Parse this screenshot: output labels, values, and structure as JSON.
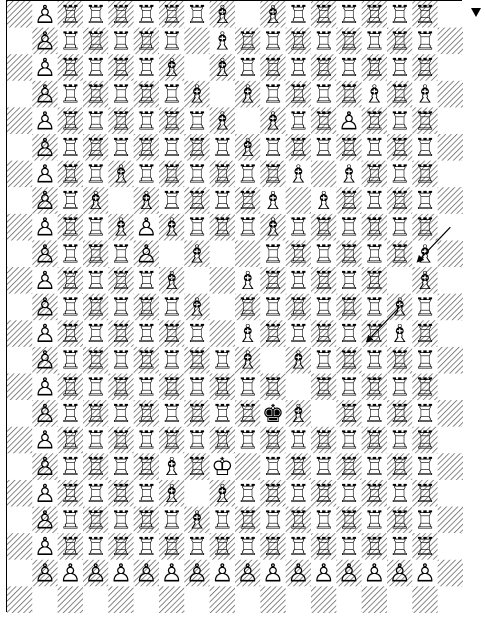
{
  "board": {
    "files": 18,
    "ranks": 23,
    "light_square_color": "#ffffff",
    "dark_square_style": "diagonal-hatch",
    "rows": [
      [
        "",
        "P",
        "R",
        "R",
        "R",
        "R",
        "R",
        "R",
        "B",
        "",
        "B",
        "R",
        "R",
        "R",
        "R",
        "R",
        "R",
        ""
      ],
      [
        "",
        "P",
        "R",
        "R",
        "R",
        "R",
        "R",
        "",
        "B",
        "R",
        "R",
        "R",
        "R",
        "R",
        "R",
        "R",
        "R",
        ""
      ],
      [
        "",
        "P",
        "R",
        "R",
        "R",
        "R",
        "B",
        "",
        "B",
        "R",
        "R",
        "R",
        "R",
        "R",
        "R",
        "R",
        "R",
        ""
      ],
      [
        "",
        "P",
        "R",
        "R",
        "R",
        "R",
        "R",
        "B",
        "",
        "B",
        "R",
        "R",
        "R",
        "R",
        "B",
        "R",
        "B",
        ""
      ],
      [
        "",
        "P",
        "R",
        "R",
        "R",
        "R",
        "R",
        "R",
        "B",
        "",
        "B",
        "R",
        "R",
        "P",
        "R",
        "R",
        "R",
        ""
      ],
      [
        "",
        "P",
        "R",
        "R",
        "R",
        "R",
        "R",
        "R",
        "R",
        "B",
        "R",
        "R",
        "R",
        "R",
        "R",
        "R",
        "R",
        ""
      ],
      [
        "",
        "P",
        "R",
        "R",
        "B",
        "R",
        "R",
        "R",
        "R",
        "R",
        "R",
        "B",
        "",
        "B",
        "R",
        "R",
        "R",
        ""
      ],
      [
        "",
        "P",
        "R",
        "B",
        "",
        "B",
        "R",
        "R",
        "R",
        "R",
        "B",
        "",
        "B",
        "R",
        "R",
        "R",
        "R",
        ""
      ],
      [
        "",
        "P",
        "R",
        "R",
        "B",
        "P",
        "B",
        "R",
        "R",
        "R",
        "B",
        "R",
        "R",
        "R",
        "R",
        "R",
        "R",
        ""
      ],
      [
        "",
        "P",
        "R",
        "R",
        "R",
        "P",
        "",
        "B",
        "",
        "",
        "R",
        "R",
        "R",
        "R",
        "R",
        "R",
        "B",
        ""
      ],
      [
        "",
        "P",
        "R",
        "R",
        "R",
        "R",
        "B",
        "",
        "",
        "B",
        "R",
        "R",
        "R",
        "R",
        "R",
        "",
        "B",
        ""
      ],
      [
        "",
        "P",
        "R",
        "R",
        "R",
        "R",
        "R",
        "B",
        "",
        "R",
        "R",
        "R",
        "R",
        "R",
        "R",
        "B",
        "R",
        ""
      ],
      [
        "",
        "P",
        "R",
        "R",
        "R",
        "R",
        "R",
        "R",
        "",
        "B",
        "R",
        "R",
        "R",
        "R",
        "R",
        "B",
        "R",
        ""
      ],
      [
        "",
        "P",
        "R",
        "R",
        "R",
        "R",
        "R",
        "R",
        "R",
        "B",
        "",
        "B",
        "R",
        "R",
        "R",
        "R",
        "R",
        ""
      ],
      [
        "",
        "P",
        "R",
        "R",
        "R",
        "R",
        "R",
        "R",
        "R",
        "R",
        "R",
        "",
        "R",
        "R",
        "R",
        "R",
        "R",
        ""
      ],
      [
        "",
        "P",
        "R",
        "R",
        "R",
        "R",
        "R",
        "R",
        "R",
        "R",
        "k",
        "B",
        "",
        "R",
        "R",
        "R",
        "R",
        ""
      ],
      [
        "",
        "P",
        "R",
        "R",
        "R",
        "R",
        "R",
        "R",
        "R",
        "R",
        "R",
        "R",
        "R",
        "R",
        "R",
        "R",
        "R",
        ""
      ],
      [
        "",
        "P",
        "R",
        "R",
        "R",
        "R",
        "B",
        "R",
        "K",
        "",
        "R",
        "R",
        "R",
        "R",
        "R",
        "R",
        "R",
        ""
      ],
      [
        "",
        "P",
        "R",
        "R",
        "R",
        "R",
        "B",
        "",
        "B",
        "R",
        "R",
        "R",
        "R",
        "R",
        "R",
        "R",
        "R",
        ""
      ],
      [
        "",
        "P",
        "R",
        "R",
        "R",
        "R",
        "R",
        "B",
        "R",
        "R",
        "R",
        "R",
        "R",
        "R",
        "R",
        "R",
        "R",
        ""
      ],
      [
        "",
        "P",
        "R",
        "R",
        "R",
        "R",
        "R",
        "R",
        "R",
        "R",
        "R",
        "R",
        "R",
        "R",
        "R",
        "R",
        "R",
        ""
      ],
      [
        "",
        "P",
        "P",
        "P",
        "P",
        "P",
        "P",
        "P",
        "P",
        "P",
        "P",
        "P",
        "P",
        "P",
        "P",
        "P",
        "P",
        ""
      ],
      [
        "",
        "",
        "",
        "",
        "",
        "",
        "",
        "",
        "",
        "",
        "",
        "",
        "",
        "",
        "",
        "",
        "",
        ""
      ]
    ],
    "last_move_arrows": [
      {
        "from": [
          8,
          17
        ],
        "to": [
          9,
          16
        ]
      },
      {
        "from": [
          11,
          15
        ],
        "to": [
          12,
          14
        ]
      }
    ]
  },
  "side_to_move_indicator": "black",
  "piece_legend": {
    "P": "white-pawn",
    "R": "white-rook",
    "B": "white-bishop",
    "K": "white-king",
    "k": "black-king"
  },
  "glyphs": {
    "P": "♙",
    "R": "♖",
    "B": "♗",
    "K": "♔",
    "k": "♚"
  }
}
